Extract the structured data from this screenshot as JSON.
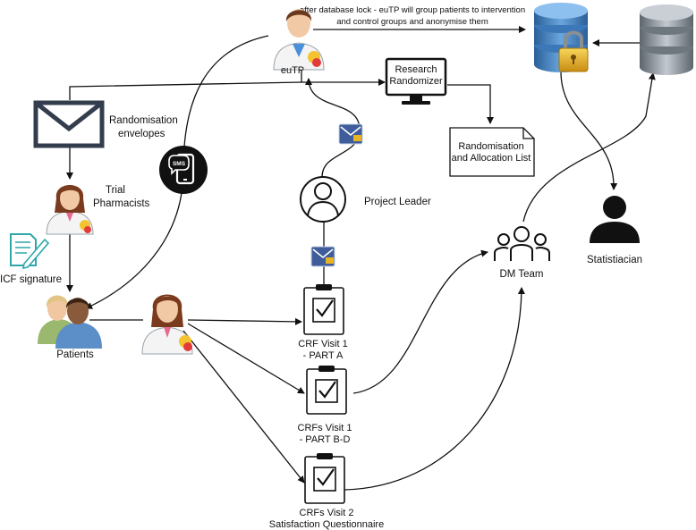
{
  "note": {
    "line1": "after database lock - euTP will group patients to intervention",
    "line2": "and control groups and anonymise them"
  },
  "nodes": {
    "eutp": "euTP",
    "randomizer_line1": "Research",
    "randomizer_line2": "Randomizer",
    "envelopes_line1": "Randomisation",
    "envelopes_line2": "envelopes",
    "list_line1": "Randomisation",
    "list_line2": "and Allocation List",
    "sms": "SMS",
    "pharmacists_line1": "Trial",
    "pharmacists_line2": "Pharmacists",
    "project_leader": "Project Leader",
    "icf": "ICF signature",
    "patients": "Patients",
    "dm_team": "DM Team",
    "statistician": "Statistiacian",
    "crf1_line1": "CRF Visit 1",
    "crf1_line2": "- PART A",
    "crf2_line1": "CRFs Visit 1",
    "crf2_line2": "- PART B-D",
    "crf3_line1": "CRFs Visit 2",
    "crf3_line2": "Satisfaction Questionnaire"
  },
  "colors": {
    "line": "#111111",
    "db_blue": "#3d7fc1",
    "db_grey": "#7e8790",
    "lock_gold": "#e8b424",
    "doctor_coat": "#ffffff",
    "hair_brown": "#6b3a1e",
    "mail_blue": "#3e5d9a",
    "icf_teal": "#2fa6a8"
  }
}
